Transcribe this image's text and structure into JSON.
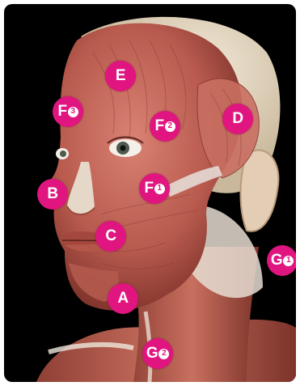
{
  "colors": {
    "marker": "#e0157f",
    "background": "#000000",
    "muscle": "#c0665a",
    "muscle_light": "#e39d8f",
    "tendon": "#e8e2dc",
    "skin": "#e9dcc8"
  },
  "markers": [
    {
      "id": "E",
      "letter": "E",
      "sub": ""
    },
    {
      "id": "F3",
      "letter": "F",
      "sub": "3"
    },
    {
      "id": "F2",
      "letter": "F",
      "sub": "2"
    },
    {
      "id": "D",
      "letter": "D",
      "sub": ""
    },
    {
      "id": "B",
      "letter": "B",
      "sub": ""
    },
    {
      "id": "F1",
      "letter": "F",
      "sub": "1"
    },
    {
      "id": "C",
      "letter": "C",
      "sub": ""
    },
    {
      "id": "G1",
      "letter": "G",
      "sub": "1"
    },
    {
      "id": "A",
      "letter": "A",
      "sub": ""
    },
    {
      "id": "G2",
      "letter": "G",
      "sub": "2"
    }
  ]
}
